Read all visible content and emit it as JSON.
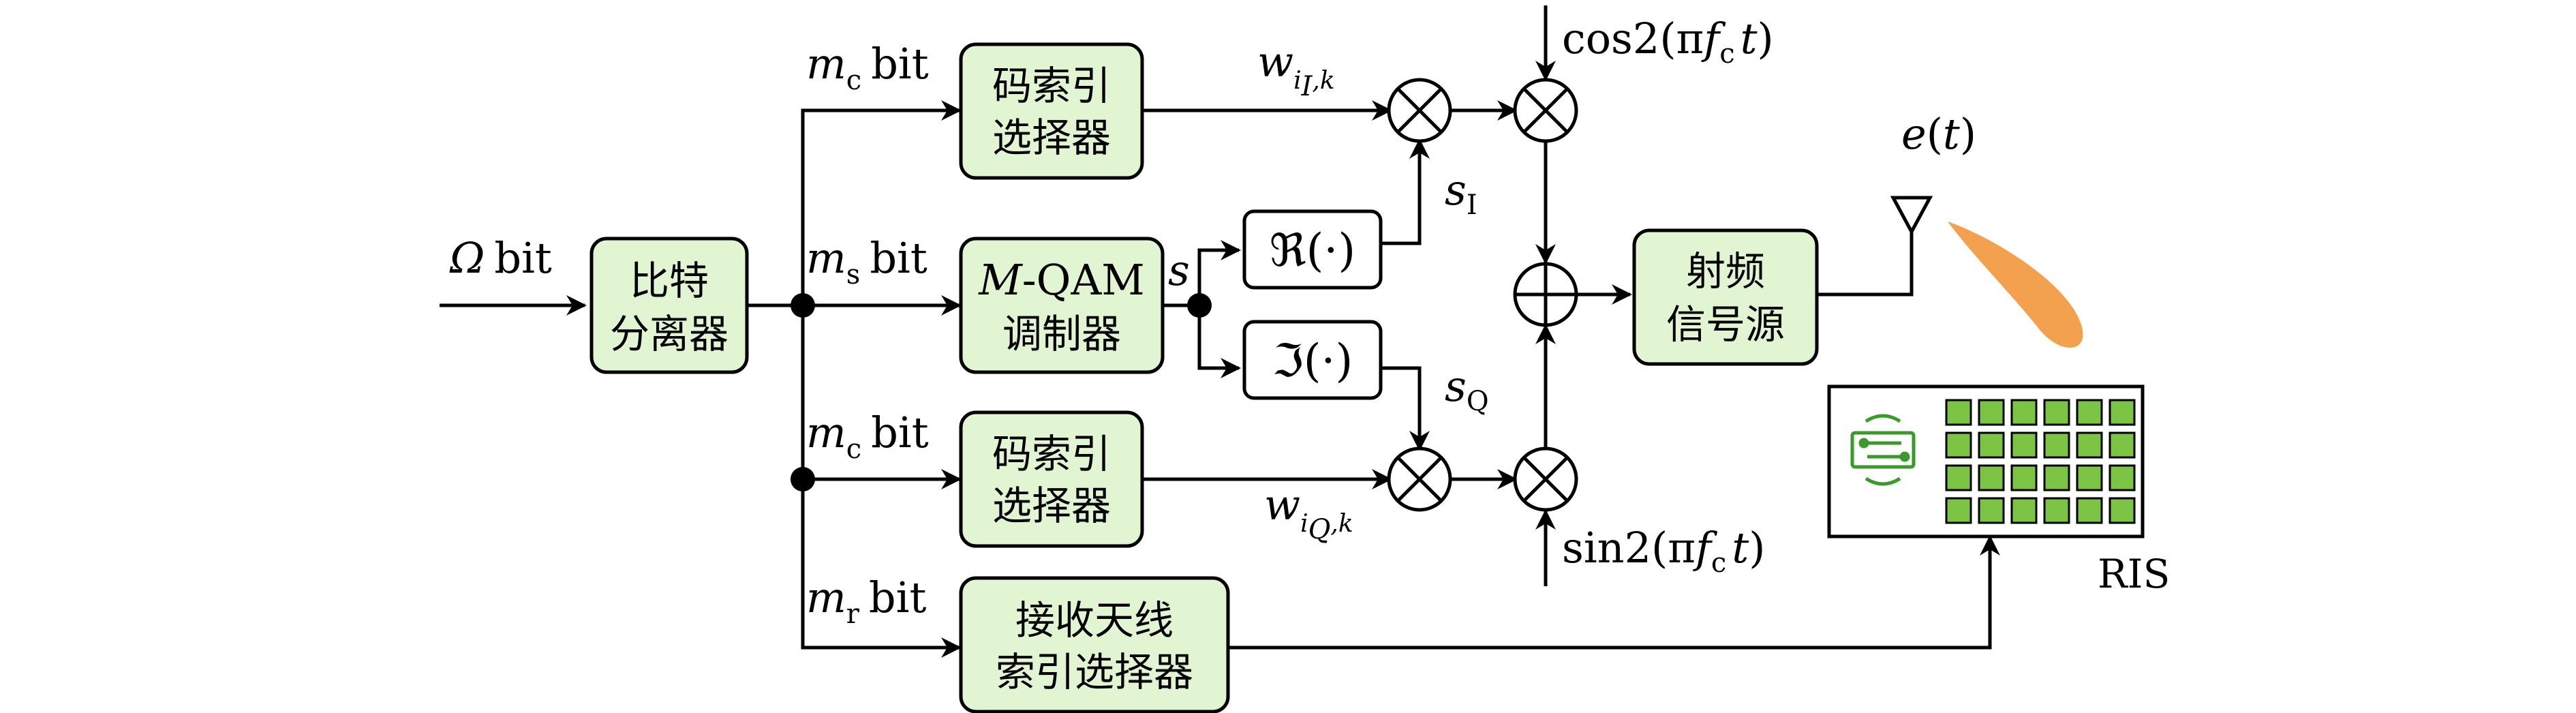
{
  "bits": {
    "omega": {
      "sym": "Ω",
      "unit": "bit"
    },
    "mc1": {
      "sym": "m",
      "sub": "c",
      "unit": "bit"
    },
    "ms": {
      "sym": "m",
      "sub": "s",
      "unit": "bit"
    },
    "mc2": {
      "sym": "m",
      "sub": "c",
      "unit": "bit"
    },
    "mr": {
      "sym": "m",
      "sub": "r",
      "unit": "bit"
    }
  },
  "blocks": {
    "splitter": {
      "line1": "比特",
      "line2": "分离器"
    },
    "code_sel_top": {
      "line1": "码索引",
      "line2": "选择器"
    },
    "qam": {
      "line1_italic": "M",
      "line1_rest": "-QAM",
      "line2": "调制器"
    },
    "code_sel_bottom": {
      "line1": "码索引",
      "line2": "选择器"
    },
    "antenna_sel": {
      "line1": "接收天线",
      "line2": "索引选择器"
    },
    "rf": {
      "line1": "射频",
      "line2": "信号源"
    },
    "real": {
      "sym": "ℜ",
      "arg": "(·)"
    },
    "imag": {
      "sym": "ℑ",
      "arg": "(·)"
    }
  },
  "signals": {
    "s": "s",
    "sI": {
      "sym": "s",
      "sub": "I"
    },
    "sQ": {
      "sym": "s",
      "sub": "Q"
    },
    "w_top": {
      "sym": "w",
      "sub": "i",
      "subsub": "I",
      "tail": ",k"
    },
    "w_bot": {
      "sym": "w",
      "sub": "i",
      "subsub": "Q",
      "tail": ",k"
    },
    "cos": {
      "pre": "cos2(π",
      "f": "f",
      "fsub": "c",
      "t": "t",
      "post": ")"
    },
    "sin": {
      "pre": "sin2(π",
      "f": "f",
      "fsub": "c",
      "t": "t",
      "post": ")"
    },
    "et": {
      "e": "e",
      "paren_open": "(",
      "t": "t",
      "paren_close": ")"
    }
  },
  "ris": {
    "label": "RIS",
    "rows": 4,
    "cols": 6,
    "cell_color": "#7cc443",
    "board_color": "#3a9a2a"
  },
  "beam_color": "#f4a14f"
}
